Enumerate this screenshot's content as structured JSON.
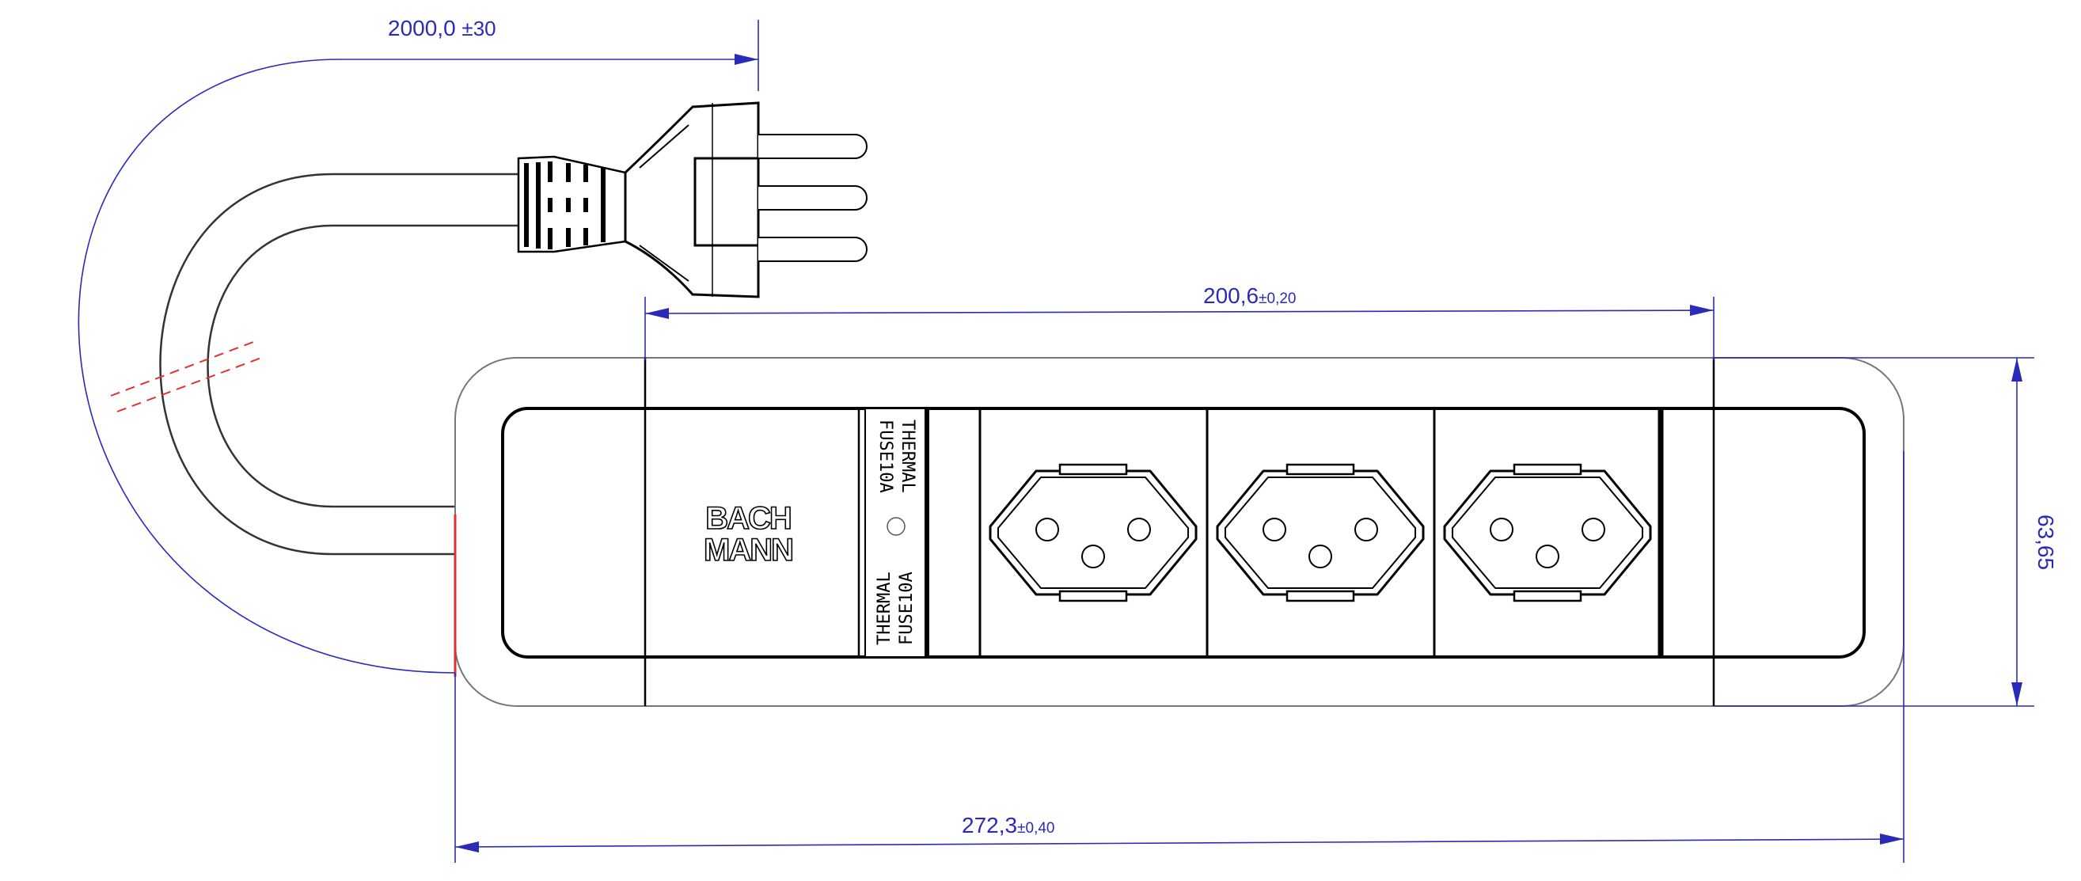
{
  "dimensions": {
    "cable_length": {
      "value": "2000,0",
      "tolerance": "±30"
    },
    "module_width": {
      "value": "200,6",
      "tolerance": "±0,20"
    },
    "height": {
      "value": "63,65",
      "tolerance": ""
    },
    "total_length": {
      "value": "272,3",
      "tolerance": "±0,40"
    }
  },
  "brand": {
    "line1": "BACH",
    "line2": "MANN"
  },
  "fuse_module": {
    "label_top": "THERMAL",
    "label_bottom": "FUSE10A"
  },
  "colors": {
    "dimension": "#2b2bb8",
    "break_marks": "#e03030",
    "outline": "#000000",
    "housing_stroke": "#777777"
  },
  "sockets": [
    {
      "label": ""
    },
    {
      "label": ""
    },
    {
      "label": ""
    }
  ]
}
